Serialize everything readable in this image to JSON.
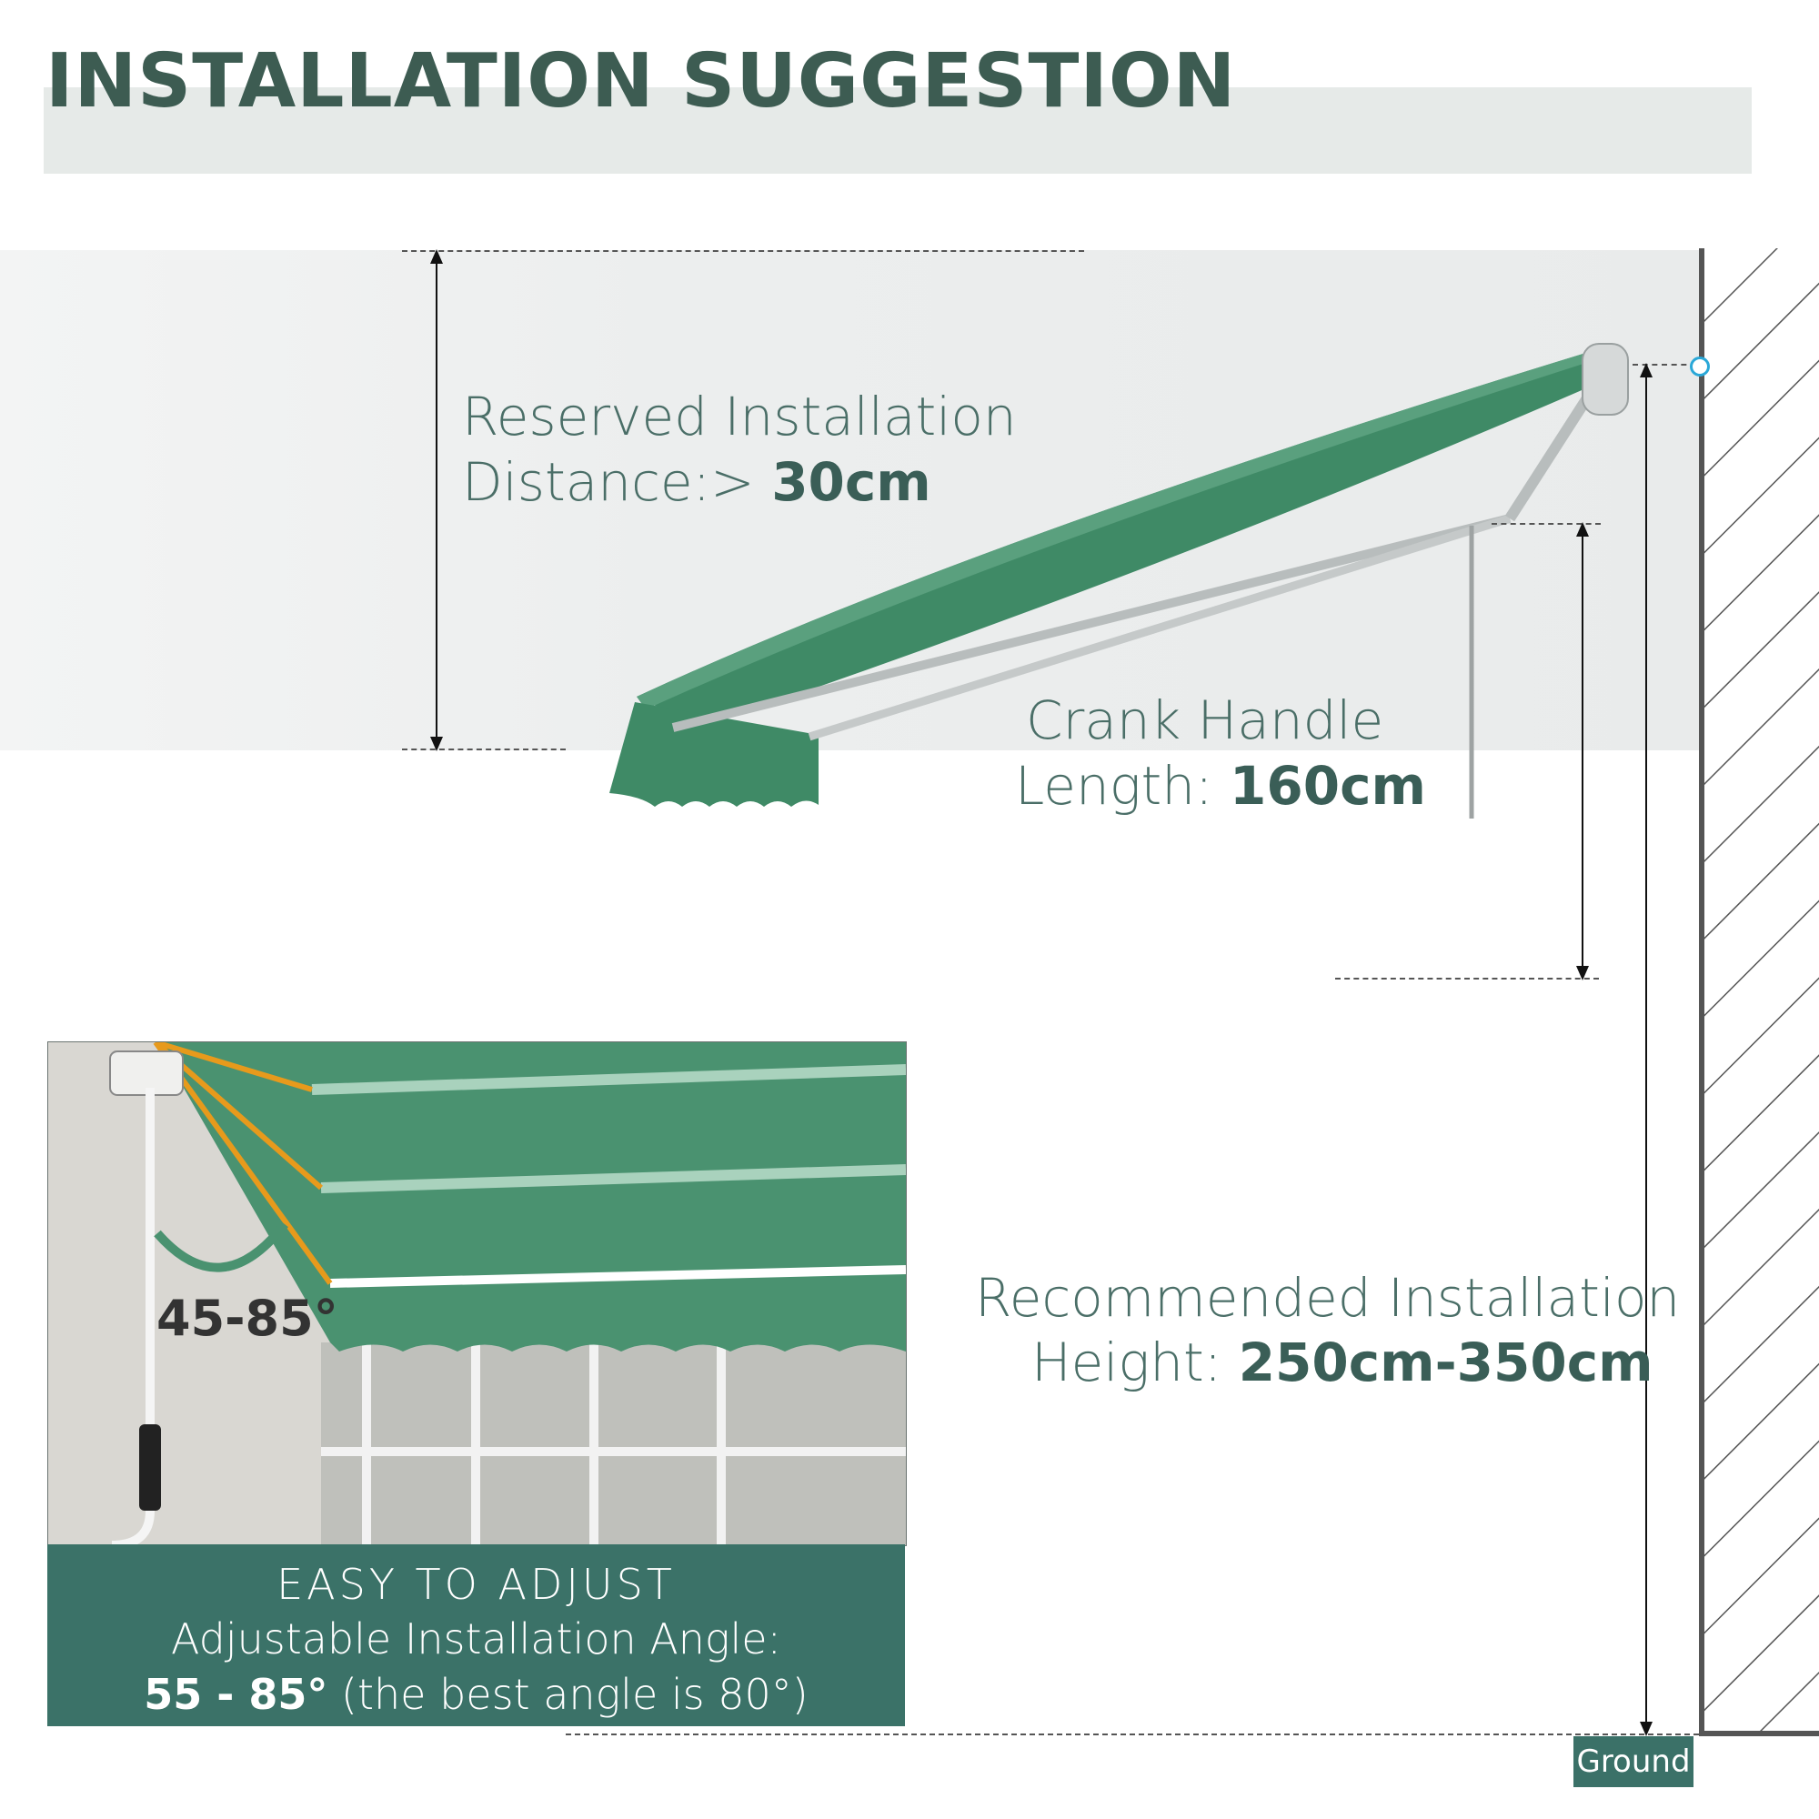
{
  "title": "INSTALLATION SUGGESTION",
  "reserved": {
    "line1": "Reserved Installation",
    "line2_prefix": "Distance:> ",
    "value": "30cm"
  },
  "crank": {
    "line1": "Crank Handle",
    "line2_prefix": "Length: ",
    "value": "160cm"
  },
  "height": {
    "line1": "Recommended Installation",
    "line2_prefix": "Height: ",
    "value": "250cm-350cm"
  },
  "ground_label": "Ground",
  "inset": {
    "angle_range": "45-85°",
    "heading": "EASY TO ADJUST",
    "subheading": "Adjustable Installation Angle:",
    "range_bold": "55 - 85°",
    "range_note": " (the best angle is 80°)"
  },
  "colors": {
    "awning_green": "#3f8a66",
    "title_green": "#3d5c52",
    "caption_bg": "#3b7268",
    "accent_orange": "#e79a1c"
  }
}
